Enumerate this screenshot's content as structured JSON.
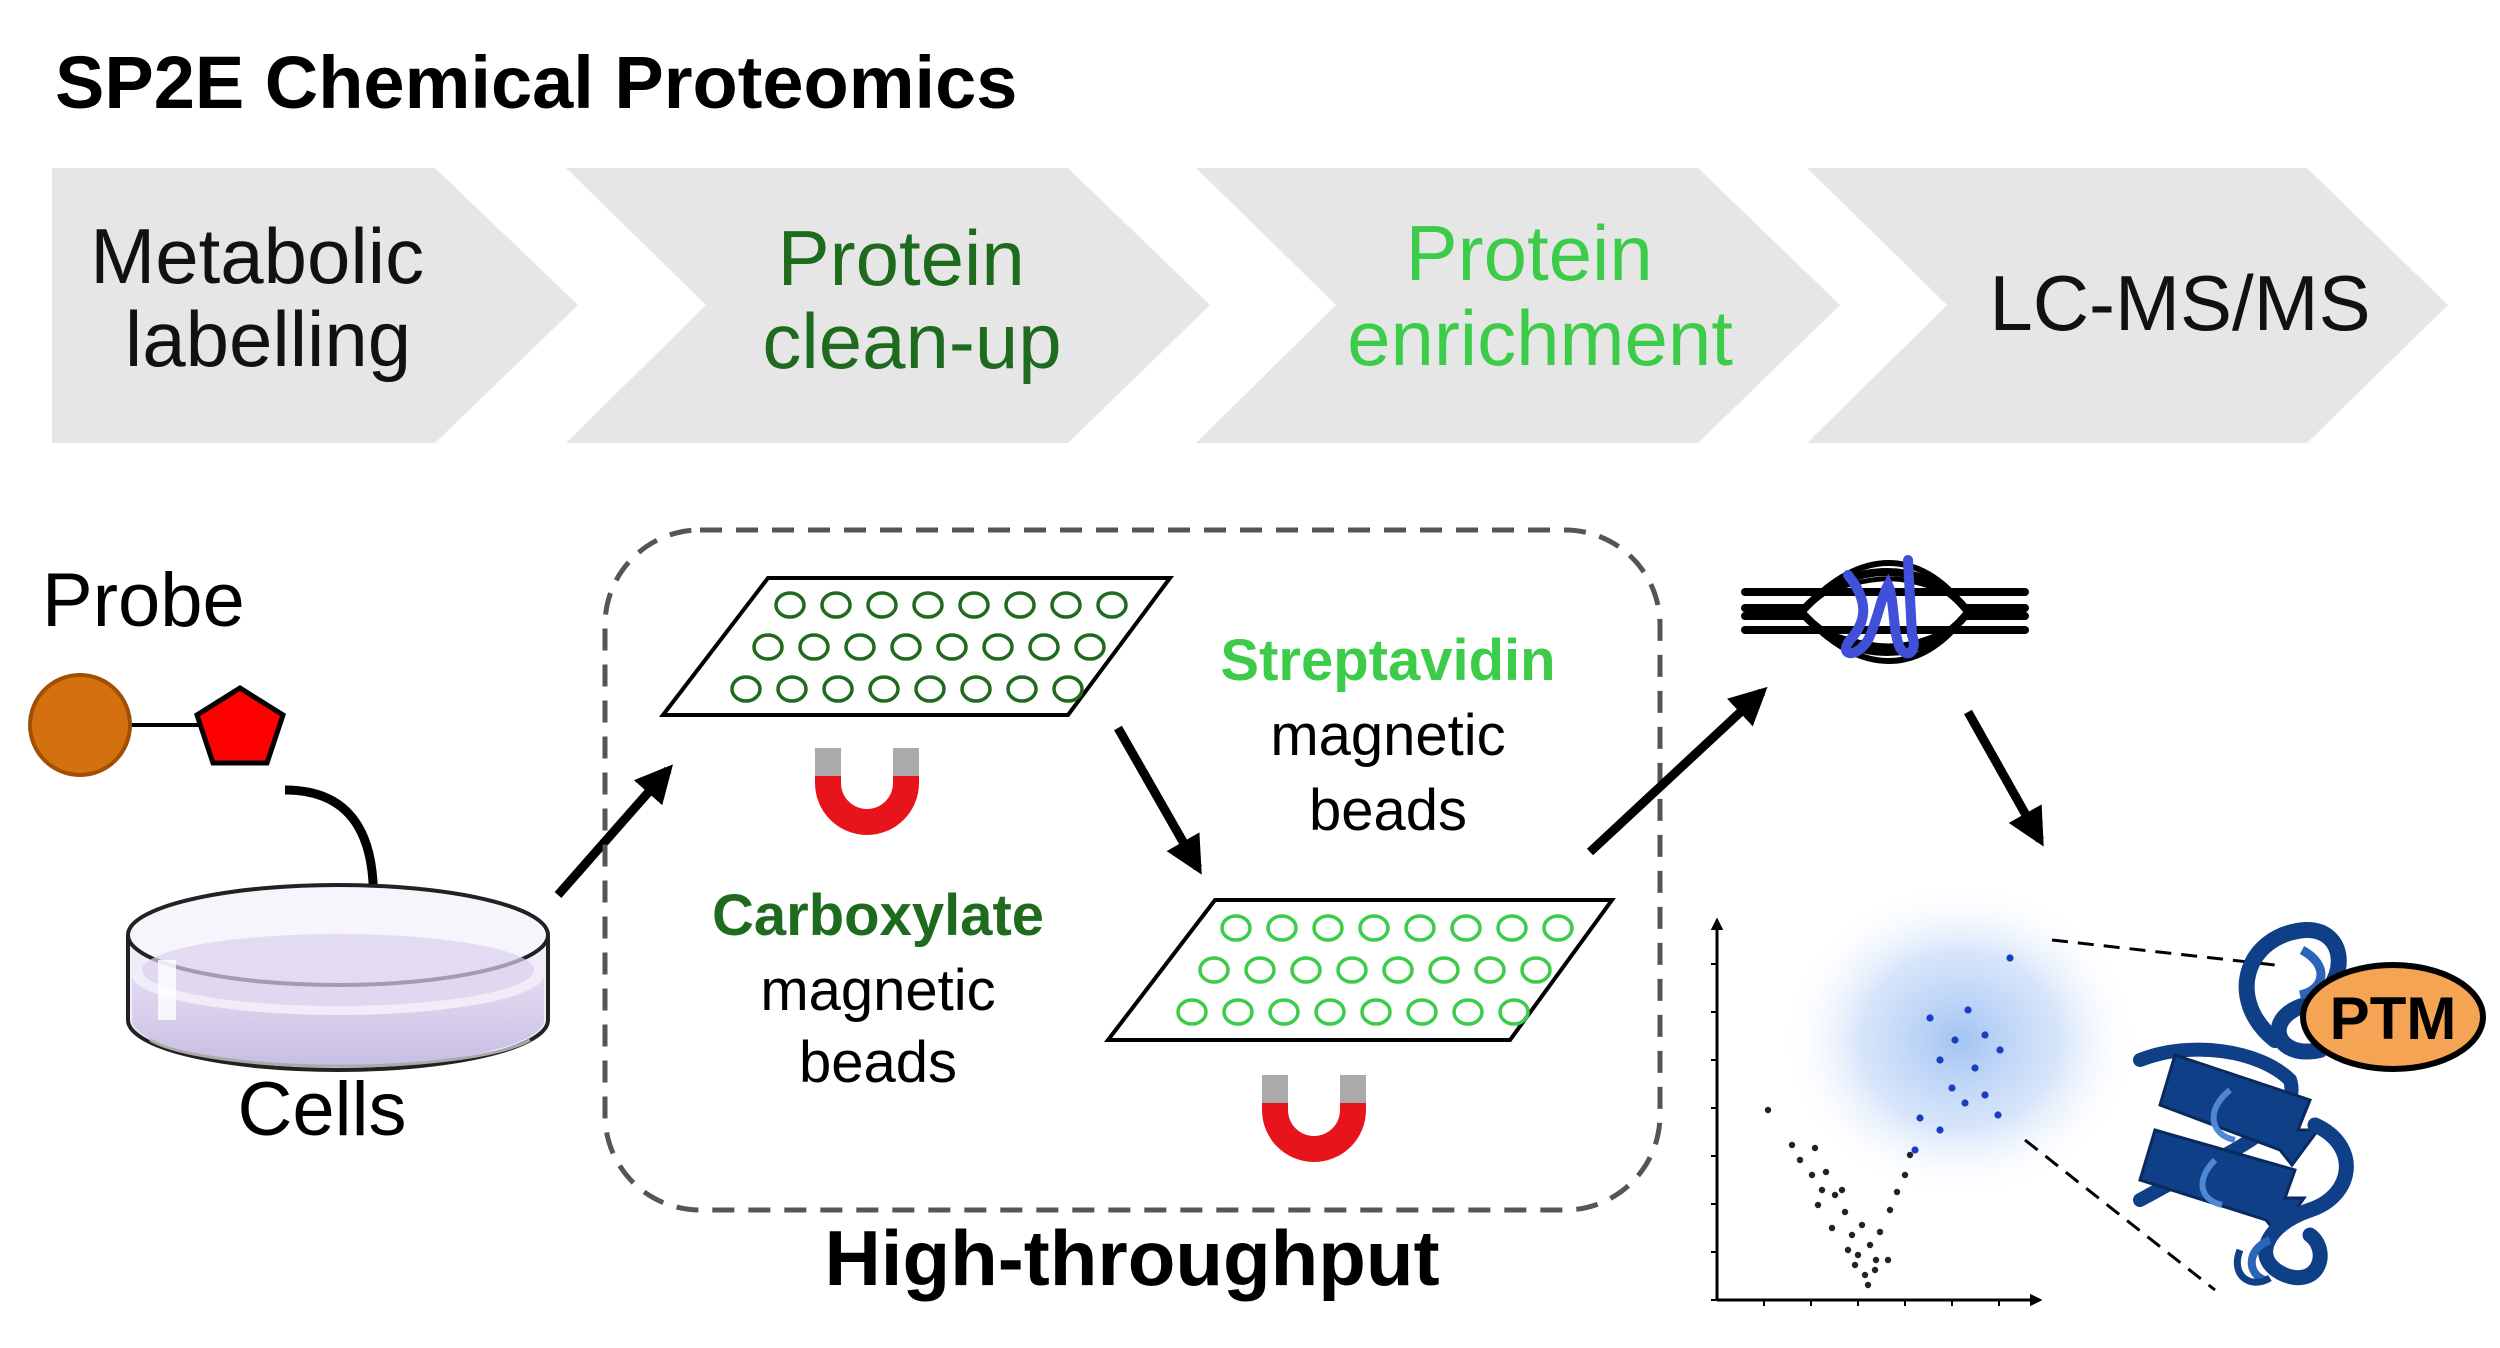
{
  "title": "SP2E Chemical Proteomics",
  "steps": [
    {
      "line1": "Metabolic",
      "line2": "labelling",
      "color": "#111111"
    },
    {
      "line1": "Protein",
      "line2": "clean-up",
      "color": "#1e6b1e"
    },
    {
      "line1": "Protein",
      "line2": "enrichment",
      "color": "#3ccc4a"
    },
    {
      "line1": "LC-MS/MS",
      "line2": "",
      "color": "#111111"
    }
  ],
  "labels": {
    "probe": "Probe",
    "cells": "Cells",
    "carboxylate": "Carboxylate",
    "carboxylate_sub1": "magnetic",
    "carboxylate_sub2": "beads",
    "streptavidin": "Streptavidin",
    "streptavidin_sub1": "magnetic",
    "streptavidin_sub2": "beads",
    "high_throughput": "High-throughput",
    "ptm": "PTM"
  },
  "colors": {
    "chevron": "#e6e6e6",
    "dark_green": "#1e6b1e",
    "light_green": "#3ccc4a",
    "probe_circle": "#d4700f",
    "probe_pentagon": "#ff0000",
    "magnet_red": "#e8141c",
    "magnet_grey": "#aaaaaa",
    "protein_blue": "#0f3f86",
    "ptm_orange": "#f5a453",
    "spectrum_blue": "#4050d8"
  }
}
